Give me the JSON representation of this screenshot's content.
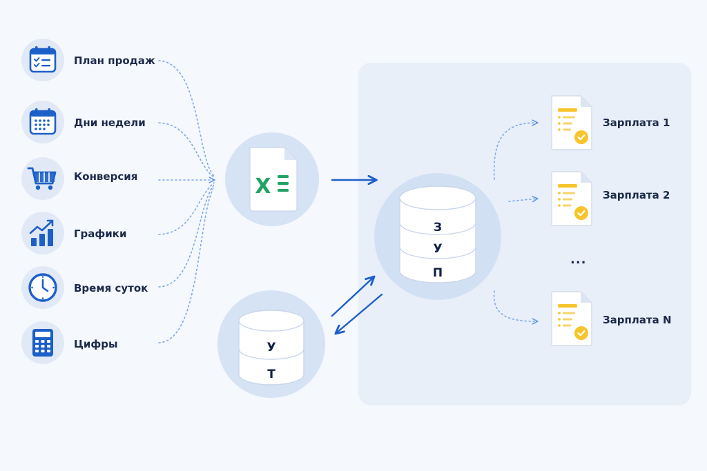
{
  "sources": [
    {
      "label": "План продаж",
      "icon": "calendar-checklist-icon"
    },
    {
      "label": "Дни недели",
      "icon": "calendar-icon"
    },
    {
      "label": "Конверсия",
      "icon": "shopping-cart-icon"
    },
    {
      "label": "Графики",
      "icon": "bar-chart-trend-icon"
    },
    {
      "label": "Время суток",
      "icon": "clock-icon"
    },
    {
      "label": "Цифры",
      "icon": "calculator-icon"
    }
  ],
  "excel": {
    "icon": "excel-file-icon"
  },
  "zup": {
    "letters": [
      "З",
      "У",
      "П"
    ],
    "icon": "database-icon"
  },
  "ut": {
    "letters": [
      "У",
      "Т"
    ],
    "icon": "database-icon"
  },
  "outputs": [
    {
      "label": "Зарплата 1",
      "icon": "document-check-icon"
    },
    {
      "label": "Зарплата 2",
      "icon": "document-check-icon"
    },
    {
      "label": "Зарплата N",
      "icon": "document-check-icon"
    }
  ],
  "ellipsis": "...",
  "colors": {
    "accent": "#1d5fc9",
    "navy": "#0f1f44",
    "excel_green": "#21a366",
    "doc_yellow": "#f7c52b",
    "background": "#f5f8fd",
    "panel": "#e8eff9",
    "halo": "#d6e3f5"
  }
}
